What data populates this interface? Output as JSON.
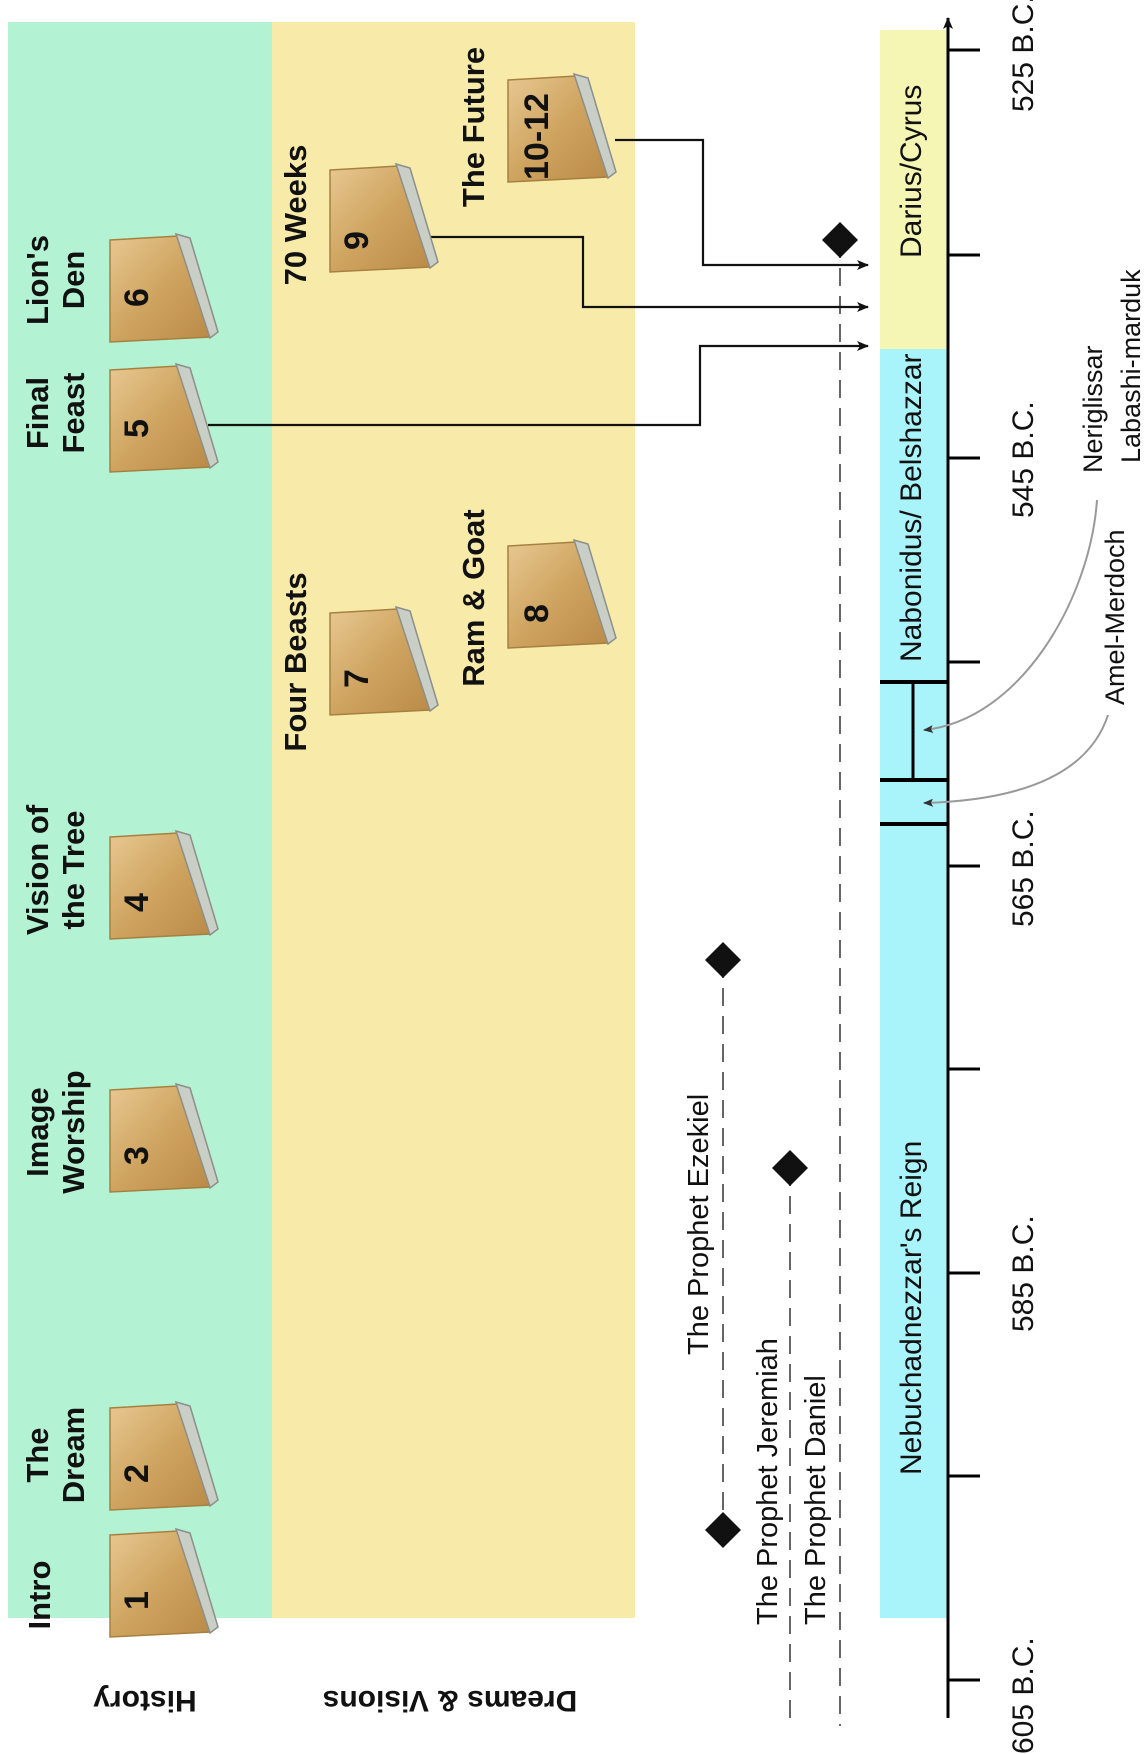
{
  "colors": {
    "history_band": "#b3f3d4",
    "dreams_band": "#f8ebaa",
    "reign_cyan": "#a9f4fa",
    "reign_yellow": "#f6f6b4",
    "scroll_fill": "#d9b274"
  },
  "band_labels": {
    "history": "History",
    "dreams": "Dreams & Visions"
  },
  "chapters": [
    {
      "number": "1",
      "title_line1": "Intro",
      "title_line2": ""
    },
    {
      "number": "2",
      "title_line1": "The",
      "title_line2": "Dream"
    },
    {
      "number": "3",
      "title_line1": "Image",
      "title_line2": "Worship"
    },
    {
      "number": "4",
      "title_line1": "Vision of",
      "title_line2": "the Tree"
    },
    {
      "number": "5",
      "title_line1": "Final",
      "title_line2": "Feast"
    },
    {
      "number": "6",
      "title_line1": "Lion's",
      "title_line2": "Den"
    },
    {
      "number": "7",
      "title_line1": "Four Beasts",
      "title_line2": ""
    },
    {
      "number": "8",
      "title_line1": "Ram & Goat",
      "title_line2": ""
    },
    {
      "number": "9",
      "title_line1": "70 Weeks",
      "title_line2": ""
    },
    {
      "number": "10-12",
      "title_line1": "The Future",
      "title_line2": ""
    }
  ],
  "prophets": {
    "ezekiel": "The Prophet Ezekiel",
    "jeremiah": "The Prophet Jeremiah",
    "daniel": "The Prophet Daniel"
  },
  "reigns": {
    "nebuchadnezzar": "Nebuchadnezzar's Reign",
    "nabonidus": "Nabonidus/ Belshazzar",
    "darius": "Darius/Cyrus",
    "neriglissar": "Neriglissar",
    "amel": "Amel-Merdoch",
    "labashi": "Labashi-marduk"
  },
  "years": [
    "525 B.C.",
    "545 B.C.",
    "565 B.C.",
    "585 B.C.",
    "605 B.C."
  ]
}
